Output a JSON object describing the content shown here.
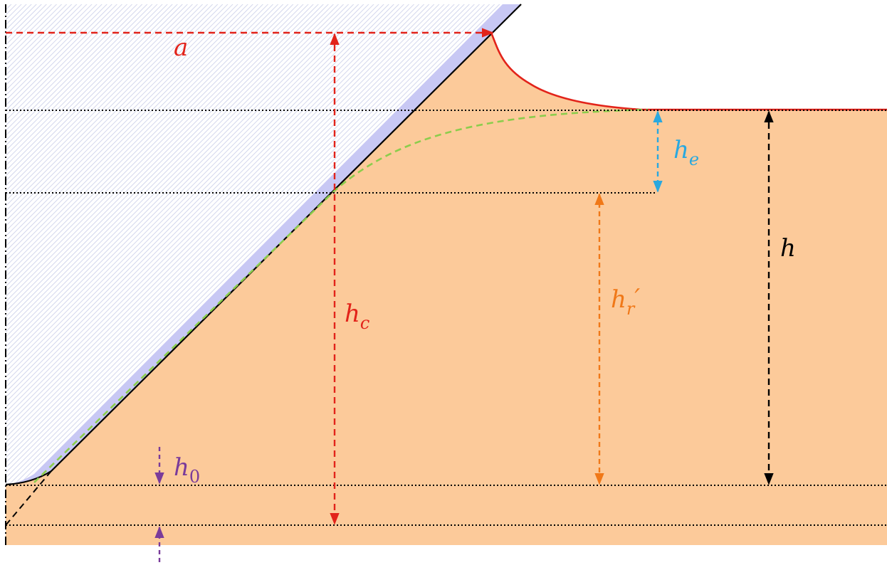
{
  "colors": {
    "fluid": "#fcca9a",
    "tip_band": "#c8c8f4",
    "hatch": "#cfd3ec",
    "meniscus": "#e2231a",
    "capillary_profile": "#8ccd4c",
    "label_a": "#e2231a",
    "label_hc": "#e2231a",
    "label_he": "#29a8df",
    "label_hr": "#f07818",
    "label_h": "#000000",
    "label_h0": "#7a3b9a"
  },
  "labels": {
    "a": {
      "base": "a"
    },
    "hc": {
      "base": "h",
      "sub": "c"
    },
    "he": {
      "base": "h",
      "sub": "e"
    },
    "hr": {
      "base": "h",
      "sub": "r",
      "prime": "′"
    },
    "h": {
      "base": "h"
    },
    "h0": {
      "base": "h",
      "sub": "0"
    }
  }
}
